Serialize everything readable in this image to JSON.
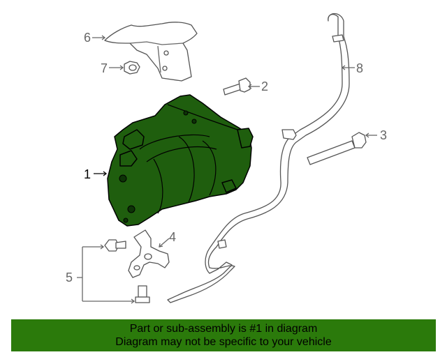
{
  "callouts": {
    "c1": "1",
    "c2": "2",
    "c3": "3",
    "c4": "4",
    "c5": "5",
    "c6": "6",
    "c7": "7",
    "c8": "8"
  },
  "banner": {
    "line1": "Part or sub-assembly is #1 in diagram",
    "line2": "Diagram may not be specific to your vehicle"
  },
  "colors": {
    "highlight": "#1f5e0e",
    "banner": "#2b7a0b"
  }
}
